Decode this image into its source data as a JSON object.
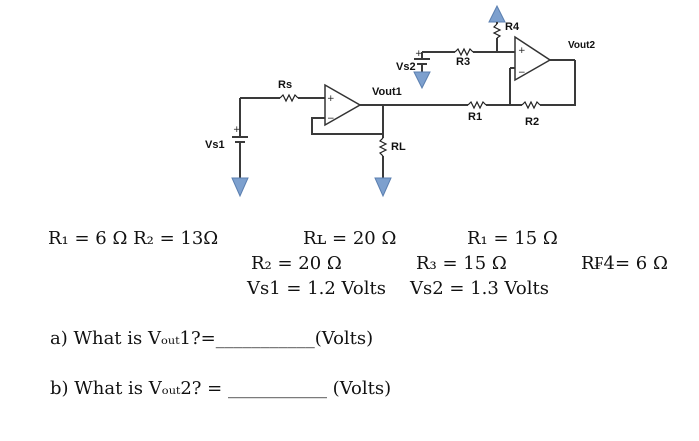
{
  "circuit": {
    "labels": {
      "rs": "Rs",
      "vs1": "Vs1",
      "vs2": "Vs2",
      "vout1": "Vout1",
      "rl": "RL",
      "r3": "R3",
      "r1": "R1",
      "r2": "R2",
      "r4": "R4",
      "vout2": "Vout2"
    }
  },
  "values": {
    "left": "R₁ = 6 Ω   R₂ = 13Ω",
    "mid1": "Rʟ = 20 Ω",
    "mid2": "R₂ = 20 Ω",
    "vs1": "Vs1  = 1.2  Volts",
    "right1": "R₁ = 15 Ω",
    "right2": "R₃ = 15 Ω",
    "vs2": "Vs2 = 1.3 Volts",
    "rf4": "R₣4= 6 Ω"
  },
  "questions": {
    "a": "a) What is Vₒᵤₜ1?=___________(Volts)",
    "b": "b) What is Vₒᵤₜ2? = ___________ (Volts)"
  }
}
